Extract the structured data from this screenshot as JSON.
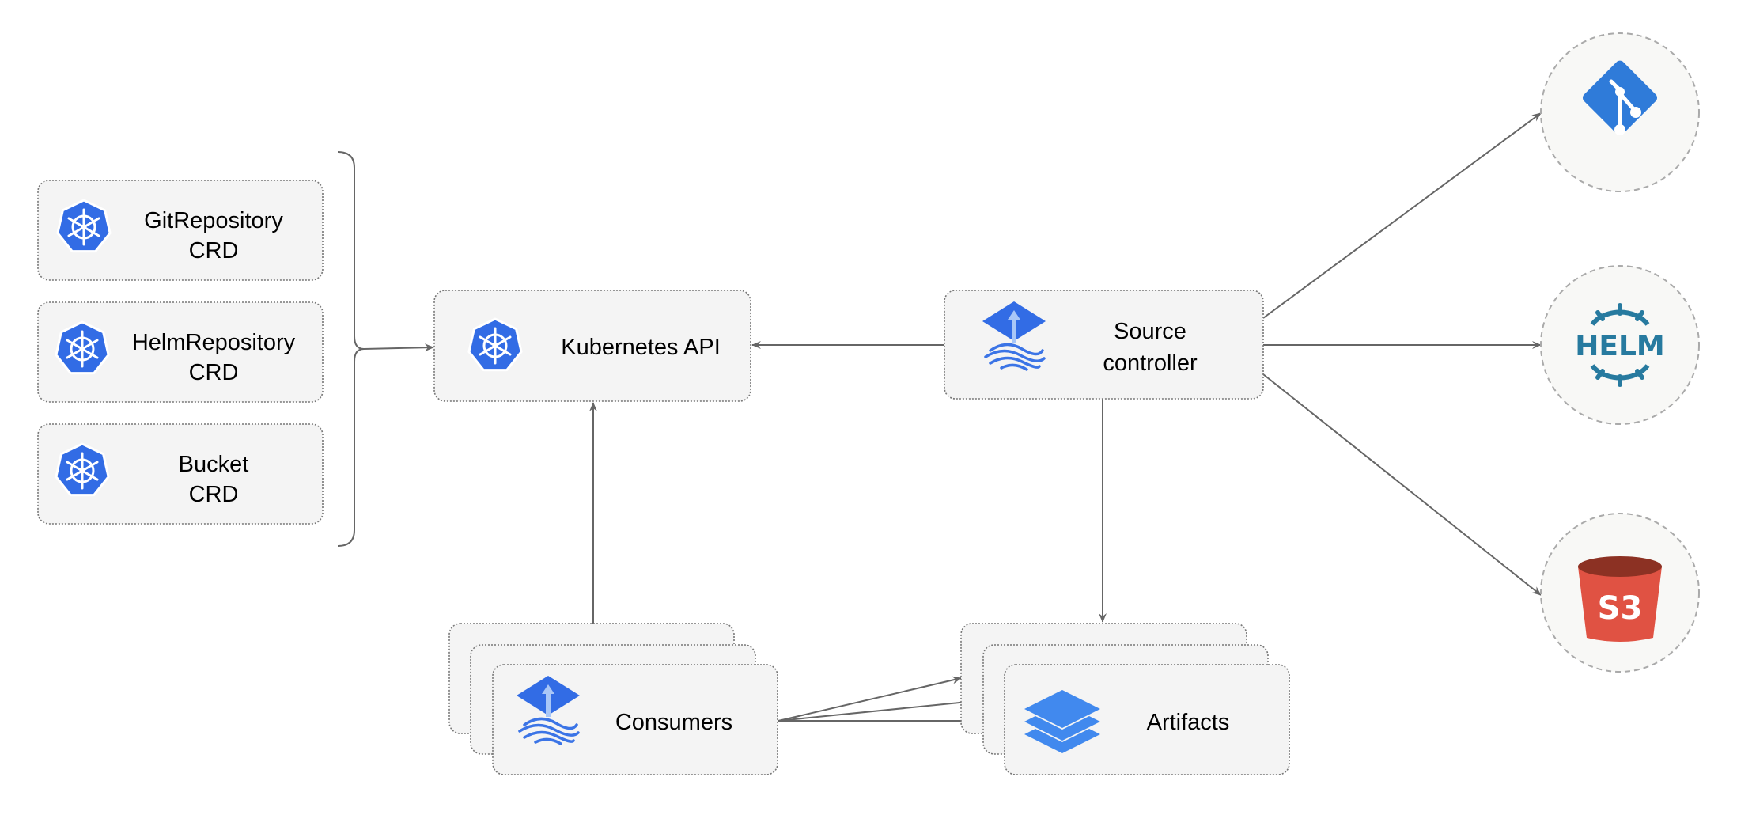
{
  "nodes": {
    "git_repository_crd": {
      "line1": "GitRepository",
      "line2": "CRD",
      "icon": "kubernetes-icon"
    },
    "helm_repository_crd": {
      "line1": "HelmRepository",
      "line2": "CRD",
      "icon": "kubernetes-icon"
    },
    "bucket_crd": {
      "line1": "Bucket",
      "line2": "CRD",
      "icon": "kubernetes-icon"
    },
    "kubernetes_api": {
      "label": "Kubernetes API",
      "icon": "kubernetes-icon"
    },
    "source_controller": {
      "line1": "Source",
      "line2": "controller",
      "icon": "flux-icon"
    },
    "consumers": {
      "label": "Consumers",
      "icon": "flux-icon"
    },
    "artifacts": {
      "label": "Artifacts",
      "icon": "layers-icon"
    },
    "git": {
      "icon": "git-icon"
    },
    "helm": {
      "icon": "helm-icon",
      "logo_text": "HELM"
    },
    "s3": {
      "icon": "s3-bucket-icon",
      "logo_text": "S3"
    }
  },
  "edges": [
    {
      "from": "crds",
      "to": "kubernetes_api"
    },
    {
      "from": "source_controller",
      "to": "kubernetes_api"
    },
    {
      "from": "consumers",
      "to": "kubernetes_api"
    },
    {
      "from": "source_controller",
      "to": "artifacts"
    },
    {
      "from": "source_controller",
      "to": "git"
    },
    {
      "from": "source_controller",
      "to": "helm"
    },
    {
      "from": "source_controller",
      "to": "s3"
    },
    {
      "from": "consumers",
      "to": "artifacts"
    }
  ],
  "colors": {
    "kubernetes_blue": "#326ce5",
    "flux_blue": "#3b74e6",
    "git_blue": "#2f7bd9",
    "helm_teal": "#277a9f",
    "s3_red": "#e05243",
    "s3_dark": "#8c3123",
    "box_fill": "#f4f4f4",
    "edge": "#666666"
  }
}
